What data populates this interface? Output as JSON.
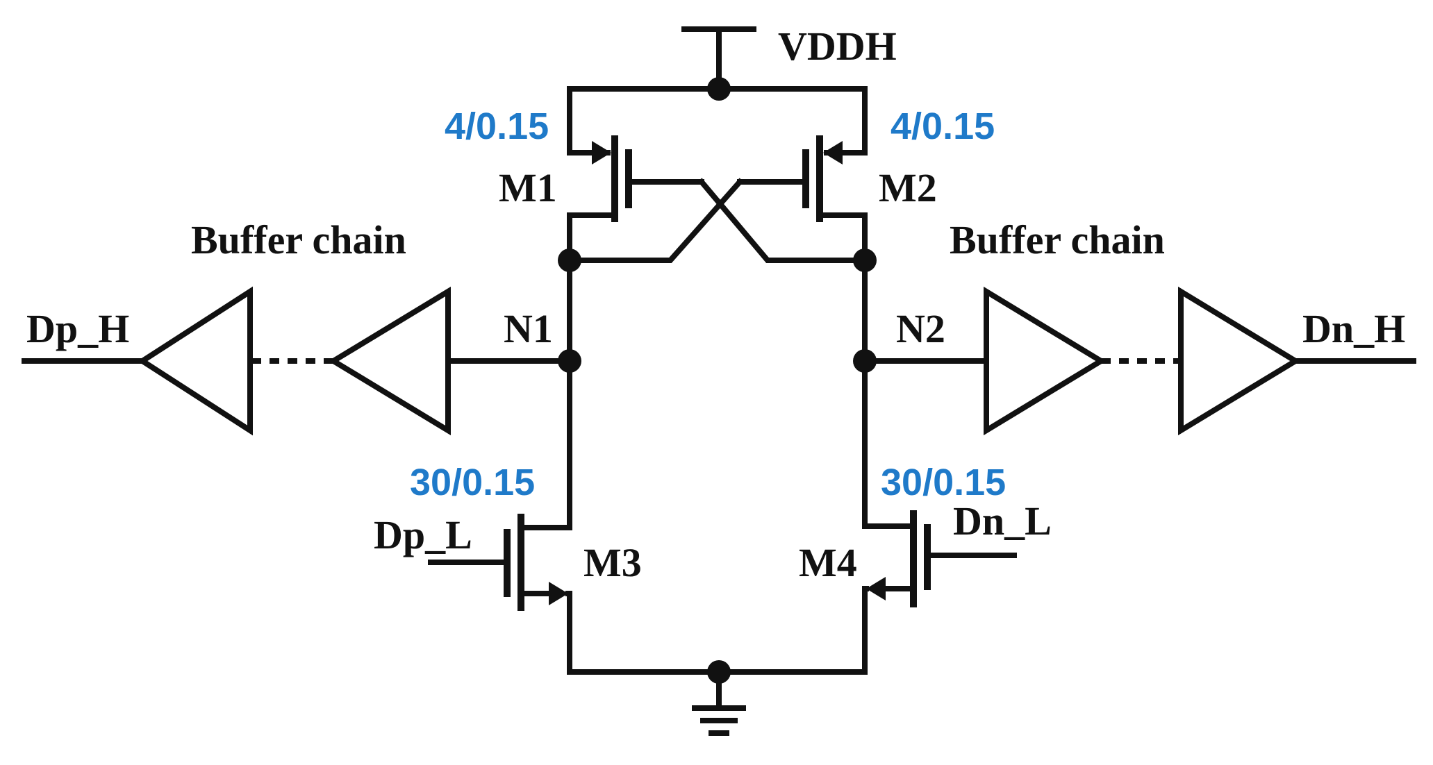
{
  "colors": {
    "ink": "#111111",
    "size_label": "#1f7ac9",
    "background": "#ffffff"
  },
  "labels": {
    "supply": "VDDH",
    "m1": "M1",
    "m2": "M2",
    "m3": "M3",
    "m4": "M4",
    "m1_size": "4/0.15",
    "m2_size": "4/0.15",
    "m3_size": "30/0.15",
    "m4_size": "30/0.15",
    "node_n1": "N1",
    "node_n2": "N2",
    "buffer_left": "Buffer chain",
    "buffer_right": "Buffer chain",
    "out_left": "Dp_H",
    "out_right": "Dn_H",
    "in_left": "Dp_L",
    "in_right": "Dn_L"
  }
}
